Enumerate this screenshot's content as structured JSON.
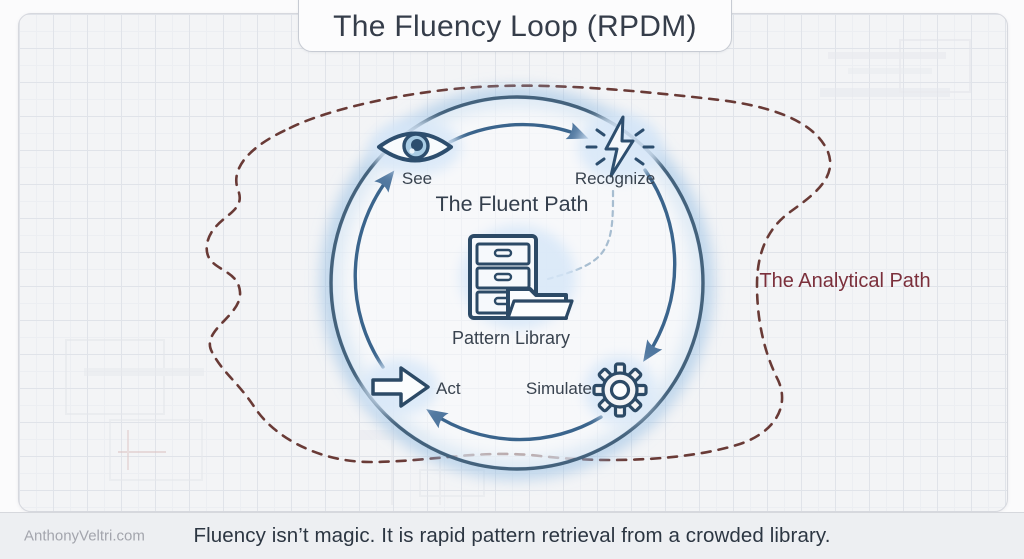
{
  "title": "The Fluency Loop (RPDM)",
  "fluent_path": {
    "label": "The Fluent Path",
    "steps": [
      {
        "label": "See",
        "icon": "eye-icon"
      },
      {
        "label": "Recognize",
        "icon": "lightning-icon"
      },
      {
        "label": "Simulate",
        "icon": "gear-icon"
      },
      {
        "label": "Act",
        "icon": "block-arrow-icon"
      }
    ],
    "library": {
      "label": "Pattern Library",
      "icon": "filing-cabinet-folder-icon"
    }
  },
  "analytical_path": {
    "label": "The Analytical Path"
  },
  "footer": {
    "quote": "Fluency isn’t magic. It is rapid pattern retrieval from a crowded library.",
    "watermark": "AnthonyVeltri.com"
  },
  "colors": {
    "loop_circle": "#44627c",
    "arrow_arc": "#3a648c",
    "arrowhead": "#50779f",
    "icon_navy": "#2d4e6e",
    "analytical_dash": "#693a36",
    "analytical_text": "#7b2f3b",
    "title_text": "#353d4a",
    "quote_text": "#2c3642"
  }
}
